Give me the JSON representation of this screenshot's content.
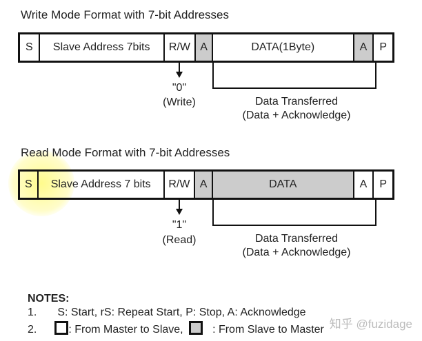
{
  "write": {
    "title": "Write Mode Format with 7-bit Addresses",
    "cells": [
      "S",
      "Slave Address 7bits",
      "R/W",
      "A",
      "DATA(1Byte)",
      "A",
      "P"
    ],
    "rw_value": "\"0\"",
    "rw_meaning": "(Write)",
    "transfer_label": "Data Transferred",
    "transfer_sub": "(Data + Acknowledge)"
  },
  "read": {
    "title": "Read Mode Format with 7-bit Addresses",
    "cells": [
      "S",
      "Slave Address 7 bits",
      "R/W",
      "A",
      "DATA",
      "A",
      "P"
    ],
    "rw_value": "\"1\"",
    "rw_meaning": "(Read)",
    "transfer_label": "Data Transferred",
    "transfer_sub": "(Data + Acknowledge)"
  },
  "notes": {
    "heading": "NOTES:",
    "n1": "1.",
    "n1_text": "S: Start, rS: Repeat Start, P: Stop, A: Acknowledge",
    "n2": "2.",
    "n2_a": ": From Master to Slave,",
    "n2_b": ": From Slave to Master"
  },
  "watermark": "知乎 @fuzidage",
  "colors": {
    "slave_to_master": "#cccccc",
    "master_to_slave": "#ffffff"
  }
}
